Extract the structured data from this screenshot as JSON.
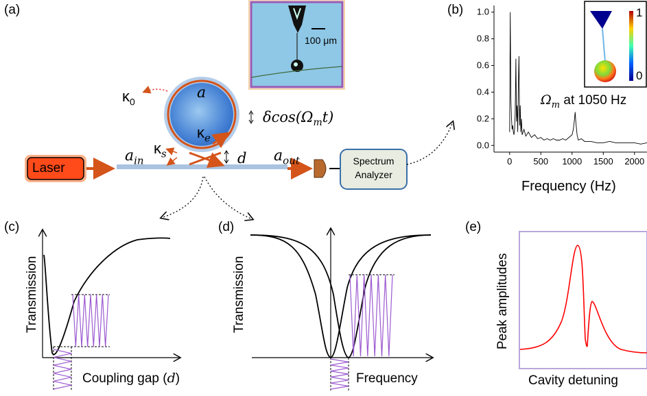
{
  "panels": {
    "a": "(a)",
    "b": "(b)",
    "c": "(c)",
    "d": "(d)",
    "e": "(e)"
  },
  "setup": {
    "inset_scale": "100 μm",
    "mode_label": "a",
    "kappa0": "κ",
    "kappa0_sub": "0",
    "kappa_e": "κ",
    "kappa_e_sub": "e",
    "kappa_s": "κ",
    "kappa_s_sub": "s",
    "modulation": "δcos(Ω",
    "modulation_sub": "m",
    "modulation_tail": "t)",
    "a_in": "a",
    "a_in_sub": "in",
    "a_out": "a",
    "a_out_sub": "out",
    "gap": "d",
    "laser": "Laser",
    "analyzer_line1": "Spectrum",
    "analyzer_line2": "Analyzer",
    "colors": {
      "laser_fill": "#ff4a1a",
      "laser_glow": "#ffb28a",
      "ring": "#d4541a",
      "arrow": "#d4541a",
      "fiber": "#a9c3e0",
      "analyzer": "#e8ece1",
      "analyzer_border": "#3a6fa8"
    }
  },
  "spectrum": {
    "peak_label": "Ω",
    "peak_label_sub": "m",
    "peak_label_tail": " at 1050 Hz",
    "xlabel": "Frequency (Hz)",
    "x_ticks": [
      "0",
      "500",
      "1000",
      "1500",
      "2000"
    ],
    "y_ticks": [
      "0.0",
      "0.2",
      "0.4",
      "0.6",
      "0.8",
      "1.0"
    ],
    "colorbar_max": "1",
    "colorbar_min": "0"
  },
  "panel_c": {
    "ylabel": "Transmission",
    "xlabel": "Coupling gap (",
    "xlabel_var": "d",
    "xlabel_tail": ")"
  },
  "panel_d": {
    "ylabel": "Transmission",
    "xlabel": "Frequency"
  },
  "panel_e": {
    "ylabel": "Peak amplitudes",
    "xlabel": "Cavity detuning",
    "curve_color": "#ff0000",
    "frame_color": "#b9a6dc"
  },
  "chart_data": {
    "type": "line",
    "title": "",
    "xlabel": "Frequency (Hz)",
    "ylabel": "",
    "xlim": [
      -250,
      2200
    ],
    "ylim": [
      -0.05,
      1.05
    ],
    "series": [
      {
        "x": [
          0,
          10,
          20,
          30,
          40,
          50,
          60,
          70,
          80,
          90,
          100,
          110,
          120,
          130,
          140,
          150,
          160,
          170,
          180,
          190,
          200,
          230,
          260,
          300,
          350,
          400,
          450,
          500,
          550,
          600,
          650,
          700,
          750,
          800,
          850,
          900,
          950,
          1000,
          1020,
          1040,
          1050,
          1060,
          1080,
          1100,
          1150,
          1200,
          1300,
          1400,
          1500,
          1600,
          1700,
          1800,
          1900,
          2000,
          2100,
          2200
        ],
        "y": [
          0.1,
          1.0,
          0.35,
          0.2,
          0.12,
          0.15,
          0.1,
          0.08,
          0.12,
          0.25,
          0.65,
          0.18,
          0.3,
          0.1,
          0.45,
          0.67,
          0.15,
          0.3,
          0.1,
          0.2,
          0.08,
          0.12,
          0.07,
          0.1,
          0.06,
          0.08,
          0.05,
          0.06,
          0.04,
          0.05,
          0.04,
          0.05,
          0.04,
          0.04,
          0.05,
          0.04,
          0.06,
          0.08,
          0.12,
          0.2,
          0.25,
          0.18,
          0.08,
          0.04,
          0.05,
          0.03,
          0.03,
          0.02,
          0.02,
          0.03,
          0.02,
          0.02,
          0.02,
          0.02,
          0.01,
          0.02
        ]
      }
    ]
  }
}
